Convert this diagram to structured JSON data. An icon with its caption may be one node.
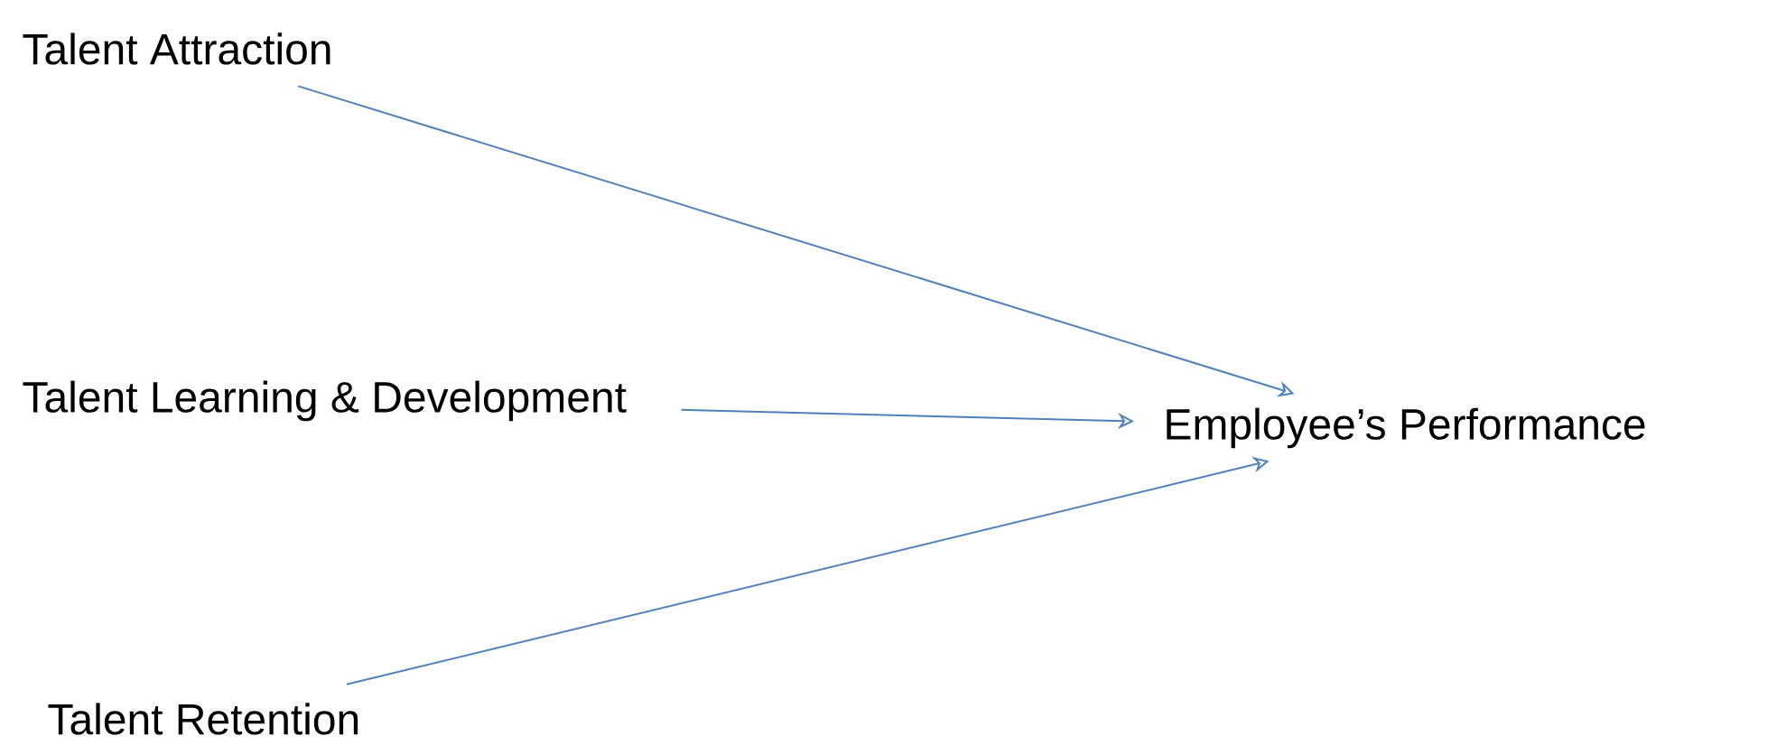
{
  "diagram": {
    "nodes": [
      {
        "text": [
          "Talent Attraction"
        ]
      },
      {
        "text": [
          "Talent Learning & Development"
        ]
      },
      {
        "text": [
          "Talent Retention"
        ]
      },
      {
        "text": [
          "Employee’s Performance"
        ]
      }
    ],
    "edges": [
      {
        "from": 0,
        "to": 3,
        "arrow": "to"
      },
      {
        "from": 1,
        "to": 3,
        "arrow": "to"
      },
      {
        "from": 2,
        "to": 3,
        "arrow": "to"
      }
    ]
  }
}
